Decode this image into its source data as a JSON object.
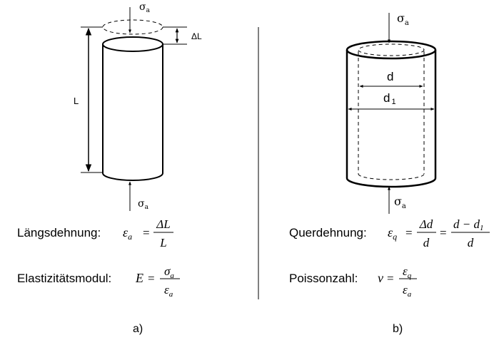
{
  "left": {
    "sigma_top": "σ",
    "sigma_top_sub": "a",
    "delta_l": "ΔL",
    "length": "L",
    "sigma_bottom": "σ",
    "sigma_bottom_sub": "a",
    "strain_label": "Längsdehnung:",
    "strain_lhs": "ε",
    "strain_lhs_sub": "a",
    "strain_num": "ΔL",
    "strain_den": "L",
    "modulus_label": "Elastizitätsmodul:",
    "modulus_lhs": "E",
    "modulus_num": "σ",
    "modulus_num_sub": "a",
    "modulus_den": "ε",
    "modulus_den_sub": "a",
    "caption": "a)"
  },
  "right": {
    "sigma_top": "σ",
    "sigma_top_sub": "a",
    "d": "d",
    "d1": "d",
    "d1_sub": "1",
    "sigma_bottom": "σ",
    "sigma_bottom_sub": "a",
    "transverse_label": "Querdehnung:",
    "transverse_lhs": "ε",
    "transverse_lhs_sub": "q",
    "transverse_num1": "Δd",
    "transverse_den1": "d",
    "transverse_num2": "d − d",
    "transverse_num2_sub": "1",
    "transverse_den2": "d",
    "poisson_label": "Poissonzahl:",
    "poisson_lhs": "ν",
    "poisson_num": "ε",
    "poisson_num_sub": "q",
    "poisson_den": "ε",
    "poisson_den_sub": "a",
    "caption": "b)"
  },
  "equals": "="
}
